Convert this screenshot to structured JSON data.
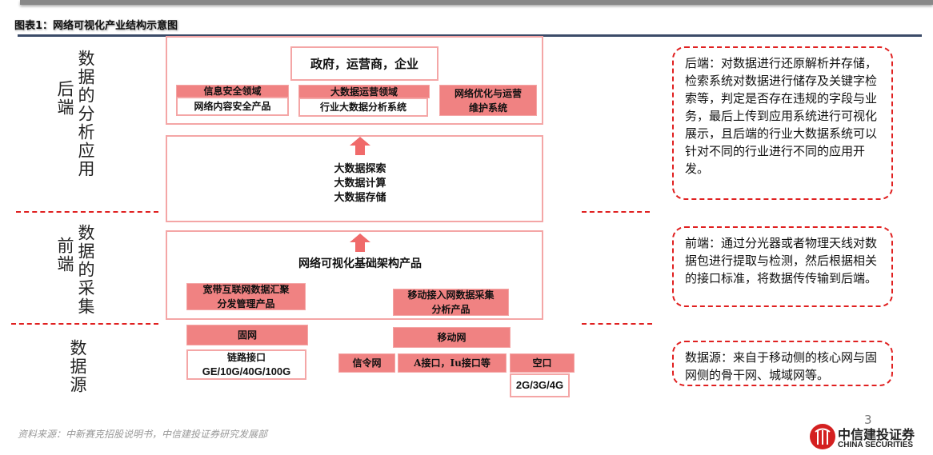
{
  "title": "图表1：网络可视化产业结构示意图",
  "left_labels": {
    "backend_main": "数据的分析应用",
    "backend_side": "后端",
    "frontend_main": "数据的采集",
    "frontend_side": "前端",
    "source": "数据源"
  },
  "backend": {
    "clients": "政府，运营商，企业",
    "info_sec_header": "信息安全领域",
    "info_sec_item": "网络内容安全产品",
    "bigdata_header": "大数据运营领域",
    "bigdata_item": "行业大数据分析系统",
    "netopt": "网络优化与运营维护系统"
  },
  "platform": {
    "lines": [
      "大数据探索",
      "大数据计算",
      "大数据存储"
    ]
  },
  "frontend": {
    "title": "网络可视化基础架构产品",
    "broadband": "宽带互联网数据汇聚分发管理产品",
    "mobile": "移动接入网数据采集分析产品"
  },
  "source": {
    "fixed": "固网",
    "fixed_iface": "链路接口",
    "fixed_speeds": "GE/10G/40G/100G",
    "mobile": "移动网",
    "signaling": "信令网",
    "a_iface": "A接口，Iu接口等",
    "air": "空口",
    "air_gen": "2G/3G/4G"
  },
  "notes": {
    "backend": "后端：对数据进行还原解析并存储，检索系统对数据进行储存及关键字检索等，判定是否存在违规的字段与业务，最后上传到应用系统进行可视化展示，且后端的行业大数据系统可以针对不同的行业进行不同的应用开发。",
    "frontend": "前端：通过分光器或者物理天线对数据包进行提取与检测，然后根据相关的接口标准，将数据传传输到后端。",
    "source": "数据源：来自于移动侧的核心网与固网侧的骨干网、城域网等。"
  },
  "footer": {
    "source": "资料来源：中新赛克招股说明书，中信建投证券研究发展部",
    "page": "3",
    "logo_cn": "中信建投证券",
    "logo_en": "CHINA SECURITIES"
  },
  "colors": {
    "pink": "#f08282",
    "dash": "#e02020"
  }
}
